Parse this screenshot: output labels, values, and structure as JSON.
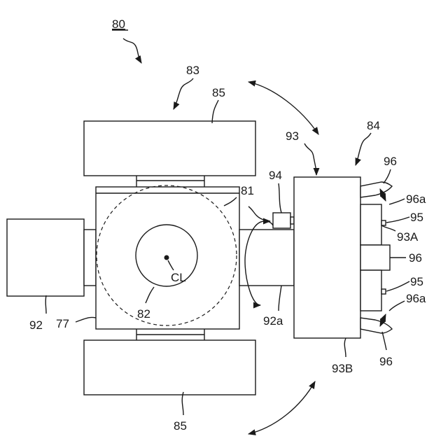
{
  "labels": {
    "device": "80",
    "body_unit": "83",
    "track_top": "85",
    "track_bottom": "85",
    "arm_unit": "84",
    "head": "93",
    "sensor": "94",
    "drum": "81",
    "left_block": "92",
    "frame": "77",
    "hub": "82",
    "center": "CL",
    "arm_shaft": "92a",
    "head_upper": "93A",
    "head_lower": "93B",
    "tool_top": "96",
    "tool_top_tip": "96a",
    "pin_top": "95",
    "tool_mid": "96",
    "pin_bottom": "95",
    "tool_bottom_tip": "96a",
    "tool_bottom": "96"
  },
  "colors": {
    "ink": "#1a1a1a",
    "paper": "#ffffff"
  }
}
